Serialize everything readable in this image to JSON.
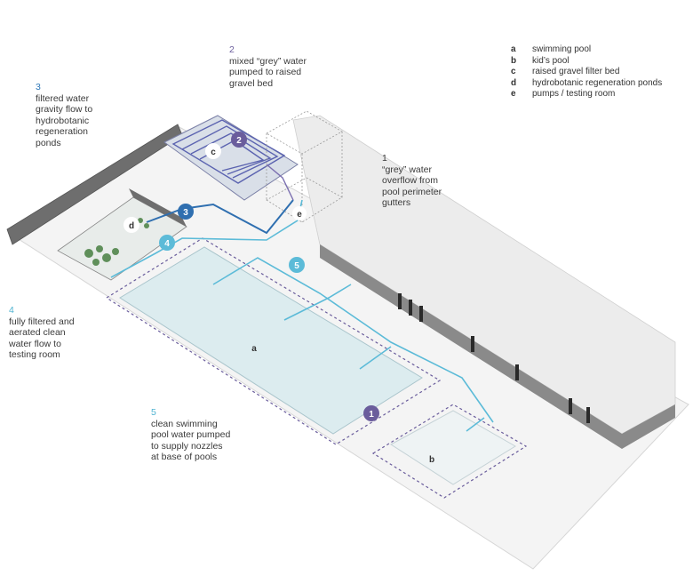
{
  "notes": {
    "n1": {
      "number": "1",
      "lines": [
        "“grey” water",
        "overflow from",
        "pool perimeter",
        "gutters"
      ]
    },
    "n2": {
      "number": "2",
      "lines": [
        "mixed “grey” water",
        "pumped to raised",
        "gravel bed"
      ]
    },
    "n3": {
      "number": "3",
      "lines": [
        "filtered water",
        "gravity flow to",
        "hydrobotanic",
        "regeneration",
        "ponds"
      ]
    },
    "n4": {
      "number": "4",
      "lines": [
        "fully filtered and",
        "aerated clean",
        "water flow to",
        "testing room"
      ]
    },
    "n5": {
      "number": "5",
      "lines": [
        "clean swimming",
        "pool water pumped",
        "to supply nozzles",
        "at base of pools"
      ]
    }
  },
  "legend": [
    {
      "key": "a",
      "label": "swimming pool"
    },
    {
      "key": "b",
      "label": "kid’s pool"
    },
    {
      "key": "c",
      "label": "raised gravel filter bed"
    },
    {
      "key": "d",
      "label": "hydrobotanic regeneration ponds"
    },
    {
      "key": "e",
      "label": "pumps / testing room"
    }
  ],
  "labels": {
    "a": "a",
    "b": "b",
    "c": "c",
    "d": "d",
    "e": "e"
  },
  "badges": {
    "b1": "1",
    "b2": "2",
    "b3": "3",
    "b4": "4",
    "b5": "5"
  },
  "colors": {
    "purple": "#6a5d9c",
    "blue": "#2f6fb0",
    "cyan": "#5cbbd8",
    "dashed": "#6a5d9c"
  }
}
